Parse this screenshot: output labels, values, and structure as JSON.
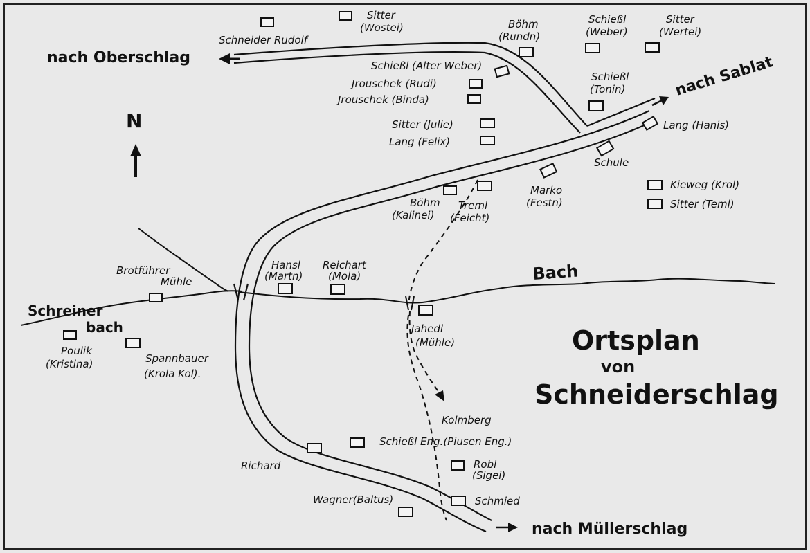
{
  "map": {
    "title": [
      "Ortsplan",
      "von",
      "Schneiderschlag"
    ],
    "north": "N",
    "destinations": {
      "west": "nach Oberschlag",
      "east": "nach Sablat",
      "south": "nach Müllerschlag",
      "southeast": "Kolmberg"
    },
    "streams": {
      "bach": "Bach",
      "schreiner": [
        "Schreiner",
        "bach"
      ]
    },
    "places": {
      "schneider_rudolf": "Schneider Rudolf",
      "sitter_wostei": [
        "Sitter",
        "(Wostei)"
      ],
      "boehm_rundn": [
        "Böhm",
        "(Rundn)"
      ],
      "schiessl_weber": [
        "Schießl",
        "(Weber)"
      ],
      "sitter_wertei": [
        "Sitter",
        "(Wertei)"
      ],
      "schiessl_alter_weber": "Schießl (Alter Weber)",
      "jrouschek_rudi": "Jrouschek (Rudi)",
      "jrouschek_binda": "Jrouschek (Binda)",
      "schiessl_tonin": [
        "Schießl",
        "(Tonin)"
      ],
      "sitter_julie": "Sitter (Julie)",
      "lang_felix": "Lang (Felix)",
      "lang_hanis": "Lang (Hanis)",
      "schule": "Schule",
      "marko_festn": [
        "Marko",
        "(Festn)"
      ],
      "kieweg_krol": "Kieweg (Krol)",
      "sitter_teml": "Sitter (Teml)",
      "boehm_kalinei": [
        "Böhm",
        "(Kalinei)"
      ],
      "treml_feicht": [
        "Treml",
        "(Feicht)"
      ],
      "hansl_martn": [
        "Hansl",
        "(Martn)"
      ],
      "reichart_mola": [
        "Reichart",
        "(Mola)"
      ],
      "brotfuehrer_muehle": [
        "Brotführer",
        "Mühle"
      ],
      "jahedl_muehle": [
        "Jahedl",
        "(Mühle)"
      ],
      "poulik_kristina": [
        "Poulik",
        "(Kristina)"
      ],
      "spannbauer_krola": [
        "Spannbauer",
        "(Krola Kol)."
      ],
      "schiessl_eng": "Schießl Eng.(Piusen Eng.)",
      "richard": "Richard",
      "robl_sigei": [
        "Robl",
        "(Sigei)"
      ],
      "wagner_baltus": "Wagner(Baltus)",
      "schmied": "Schmied"
    }
  }
}
